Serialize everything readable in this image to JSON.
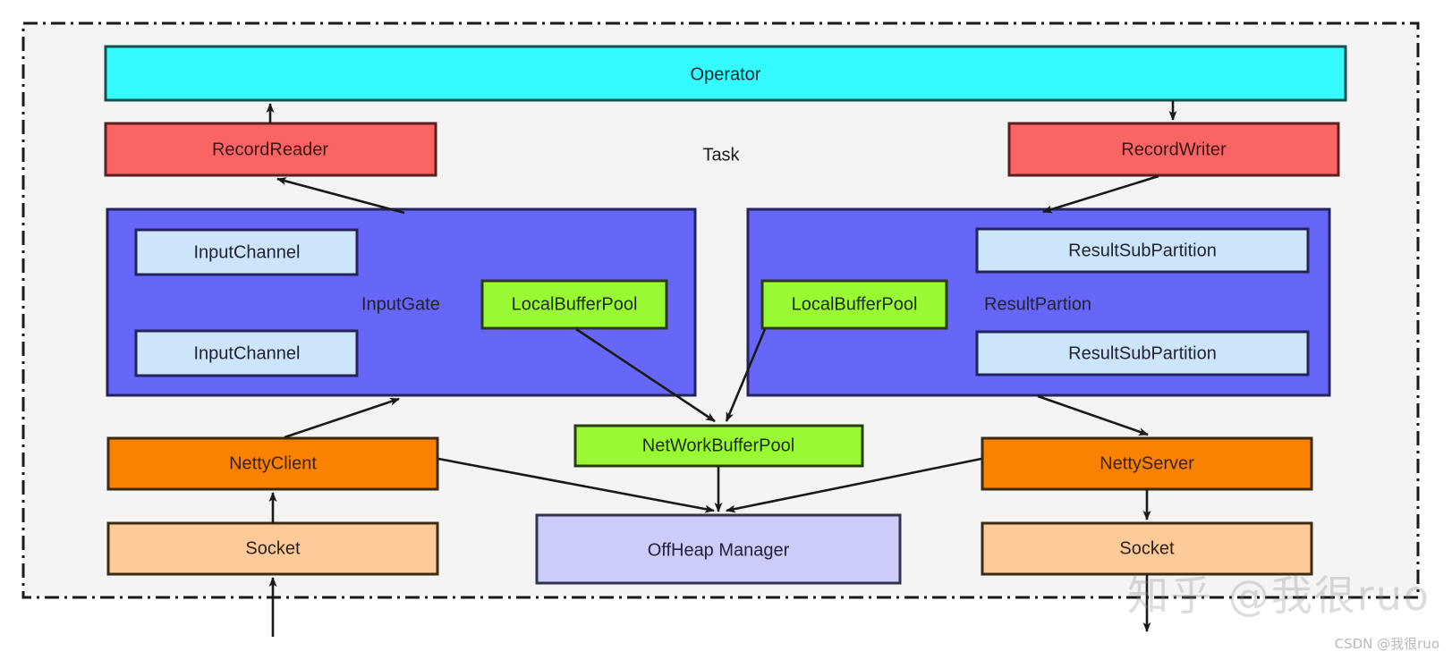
{
  "diagram": {
    "title_label": "Task",
    "outer_container": {
      "name": "task-boundary",
      "border_style": "dash-dot",
      "border_color": "#1a1a1a",
      "fill": "#f4f4f4"
    },
    "nodes": [
      {
        "id": "operator",
        "label": "Operator",
        "color": "#33fbff",
        "stroke": "#16504f",
        "text_color": "#1f2430",
        "font_size": 20
      },
      {
        "id": "record-reader",
        "label": "RecordReader",
        "color": "#fa6464",
        "stroke": "#5d1f1f",
        "text_color": "#3b1414",
        "font_size": 20
      },
      {
        "id": "record-writer",
        "label": "RecordWriter",
        "color": "#fa6464",
        "stroke": "#5d1f1f",
        "text_color": "#3b1414",
        "font_size": 20
      },
      {
        "id": "input-gate",
        "label": "InputGate",
        "color": "#6666f9",
        "stroke": "#23235e",
        "text_color": "#222230",
        "font_size": 20
      },
      {
        "id": "result-partion",
        "label": "ResultPartion",
        "color": "#6666f9",
        "stroke": "#23235e",
        "text_color": "#222230",
        "font_size": 20
      },
      {
        "id": "input-channel-1",
        "label": "InputChannel",
        "color": "#cce5fa",
        "stroke": "#23235e",
        "text_color": "#222230",
        "font_size": 20
      },
      {
        "id": "input-channel-2",
        "label": "InputChannel",
        "color": "#cce5fa",
        "stroke": "#23235e",
        "text_color": "#222230",
        "font_size": 20
      },
      {
        "id": "result-sub-partition-1",
        "label": "ResultSubPartition",
        "color": "#cce5fa",
        "stroke": "#23235e",
        "text_color": "#222230",
        "font_size": 20
      },
      {
        "id": "result-sub-partition-2",
        "label": "ResultSubPartition",
        "color": "#cce5fa",
        "stroke": "#23235e",
        "text_color": "#222230",
        "font_size": 20
      },
      {
        "id": "local-buffer-pool-left",
        "label": "LocalBufferPool",
        "color": "#99fa33",
        "stroke": "#2a3b12",
        "text_color": "#1d2b0d",
        "font_size": 20
      },
      {
        "id": "local-buffer-pool-right",
        "label": "LocalBufferPool",
        "color": "#99fa33",
        "stroke": "#2a3b12",
        "text_color": "#1d2b0d",
        "font_size": 20
      },
      {
        "id": "network-buffer-pool",
        "label": "NetWorkBufferPool",
        "color": "#99fa33",
        "stroke": "#2a3b12",
        "text_color": "#1d2b0d",
        "font_size": 20
      },
      {
        "id": "netty-client",
        "label": "NettyClient",
        "color": "#fa8200",
        "stroke": "#3d2a12",
        "text_color": "#3a2408",
        "font_size": 20
      },
      {
        "id": "netty-server",
        "label": "NettyServer",
        "color": "#fa8200",
        "stroke": "#3d2a12",
        "text_color": "#3a2408",
        "font_size": 20
      },
      {
        "id": "socket-left",
        "label": "Socket",
        "color": "#fccb99",
        "stroke": "#3d2a12",
        "text_color": "#2e2113",
        "font_size": 20
      },
      {
        "id": "socket-right",
        "label": "Socket",
        "color": "#fccb99",
        "stroke": "#3d2a12",
        "text_color": "#2e2113",
        "font_size": 20
      },
      {
        "id": "offheap-manager",
        "label": "OffHeap Manager",
        "color": "#ccccfa",
        "stroke": "#33334d",
        "text_color": "#22223a",
        "font_size": 20
      }
    ],
    "edges": [
      {
        "from": "record-reader",
        "to": "operator",
        "name": "edge-recordreader-to-operator"
      },
      {
        "from": "operator",
        "to": "record-writer",
        "name": "edge-operator-to-recordwriter"
      },
      {
        "from": "input-gate",
        "to": "record-reader",
        "name": "edge-inputgate-to-recordreader"
      },
      {
        "from": "record-writer",
        "to": "result-partion",
        "name": "edge-recordwriter-to-resultpartion"
      },
      {
        "from": "netty-client",
        "to": "input-gate",
        "name": "edge-nettyclient-to-inputgate"
      },
      {
        "from": "local-buffer-pool-left",
        "to": "network-buffer-pool",
        "name": "edge-localbufferpool-left-to-networkbufferpool"
      },
      {
        "from": "local-buffer-pool-right",
        "to": "network-buffer-pool",
        "name": "edge-localbufferpool-right-to-networkbufferpool"
      },
      {
        "from": "result-partion",
        "to": "netty-server",
        "name": "edge-resultpartion-to-nettyserver"
      },
      {
        "from": "netty-client",
        "to": "offheap-manager",
        "name": "edge-nettyclient-to-offheapmanager"
      },
      {
        "from": "netty-server",
        "to": "offheap-manager",
        "name": "edge-nettyserver-to-offheapmanager"
      },
      {
        "from": "network-buffer-pool",
        "to": "offheap-manager",
        "name": "edge-networkbufferpool-to-offheapmanager"
      },
      {
        "from": "socket-left",
        "to": "netty-client",
        "name": "edge-socket-left-to-nettyclient"
      },
      {
        "from": "netty-server",
        "to": "socket-right",
        "name": "edge-nettyserver-to-socket-right"
      },
      {
        "from": "external-in",
        "to": "socket-left",
        "name": "edge-external-in-to-socket-left"
      },
      {
        "from": "socket-right",
        "to": "external-out",
        "name": "edge-socket-right-to-external-out"
      }
    ]
  },
  "watermarks": {
    "primary": "知乎 @我很ruo",
    "footer": "CSDN @我很ruo"
  }
}
